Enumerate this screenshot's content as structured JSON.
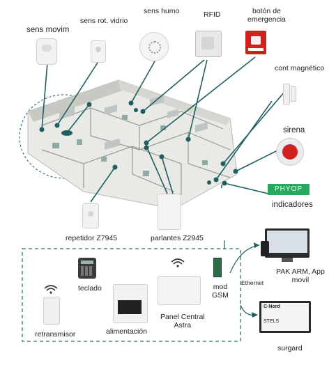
{
  "labels": {
    "sens_movim": "sens movim",
    "sens_rot_vidrio": "sens rot. vidrio",
    "sens_humo": "sens humo",
    "rfid": "RFID",
    "boton_emergencia": "botón de\nemergencia",
    "cont_magnetico": "cont magnético",
    "sirena": "sirena",
    "indicadores": "indicadores",
    "repetidor": "repetidor Z7945",
    "parlantes": "parlantes Z2945",
    "teclado": "teclado",
    "retransmisor": "retransmisor",
    "alimentacion": "alimentación",
    "panel_central": "Panel Central\nAstra",
    "mod_gsm": "mod\nGSM",
    "ethernet": "Ethernet",
    "pak_arm": "PAK ARM, App\nmovil",
    "surgard": "surgard",
    "indicator_sign": "PHYOP",
    "surgard_screen_brand": "C-Nord",
    "surgard_screen_item": "STELS"
  },
  "colors": {
    "line_teal": "#1f5f5f",
    "dash_border": "#2e6e6e",
    "emergency_red": "#d02020",
    "indicator_green": "#2aa860"
  }
}
